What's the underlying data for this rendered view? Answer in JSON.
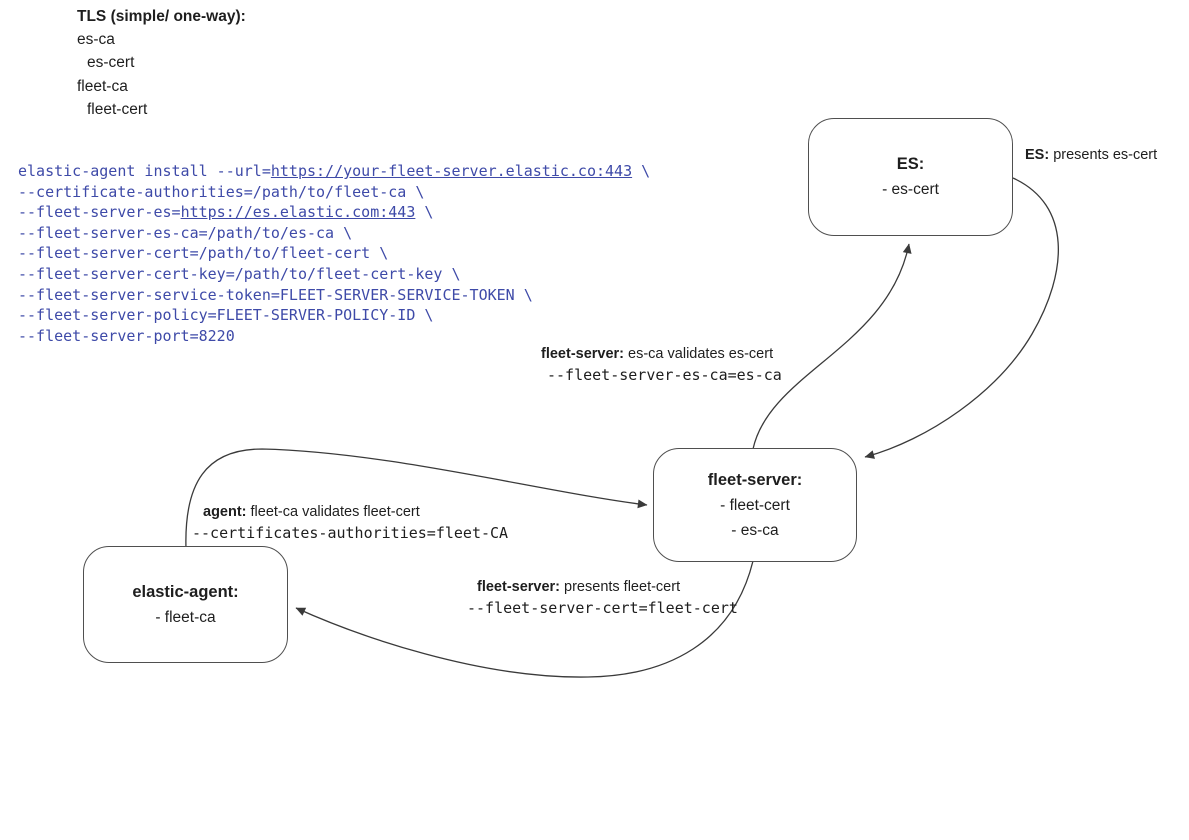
{
  "colors": {
    "code": "#3e4aa8",
    "line": "#3a3a3a",
    "border": "#4f4f4f",
    "text": "#1e1e1e"
  },
  "tls_list": {
    "title": "TLS (simple/ one-way):",
    "items": [
      {
        "label": "es-ca",
        "indent": 0
      },
      {
        "label": "es-cert",
        "indent": 1
      },
      {
        "label": "fleet-ca",
        "indent": 0
      },
      {
        "label": "fleet-cert",
        "indent": 1
      }
    ]
  },
  "code_block": {
    "lines": [
      [
        {
          "t": "elastic-agent install --url="
        },
        {
          "t": "https://your-fleet-server.elastic.co:443",
          "u": true
        },
        {
          "t": " \\"
        }
      ],
      [
        {
          "t": "--certificate-authorities=/path/to/fleet-ca \\"
        }
      ],
      [
        {
          "t": "--fleet-server-es="
        },
        {
          "t": "https://es.elastic.com:443",
          "u": true
        },
        {
          "t": " \\"
        }
      ],
      [
        {
          "t": "--fleet-server-es-ca=/path/to/es-ca \\"
        }
      ],
      [
        {
          "t": "--fleet-server-cert=/path/to/fleet-cert \\"
        }
      ],
      [
        {
          "t": "--fleet-server-cert-key=/path/to/fleet-cert-key \\"
        }
      ],
      [
        {
          "t": "--fleet-server-service-token=FLEET-SERVER-SERVICE-TOKEN \\"
        }
      ],
      [
        {
          "t": "--fleet-server-policy=FLEET-SERVER-POLICY-ID \\"
        }
      ],
      [
        {
          "t": "--fleet-server-port=8220"
        }
      ]
    ]
  },
  "nodes": {
    "es": {
      "title": "ES:",
      "items": [
        "- es-cert"
      ]
    },
    "fleet_server": {
      "title": "fleet-server:",
      "items": [
        "- fleet-cert",
        "- es-ca"
      ]
    },
    "elastic_agent": {
      "title": "elastic-agent:",
      "items": [
        "- fleet-ca"
      ]
    }
  },
  "edge_labels": {
    "es_presents": {
      "bold": "ES:",
      "rest": " presents es-cert"
    },
    "fleet_validates": {
      "bold": "fleet-server:",
      "rest": " es-ca validates es-cert",
      "mono": "--fleet-server-es-ca=es-ca"
    },
    "agent_validates": {
      "bold": "agent:",
      "rest": " fleet-ca validates fleet-cert",
      "mono": "--certificates-authorities=fleet-CA"
    },
    "fleet_presents": {
      "bold": "fleet-server:",
      "rest": " presents fleet-cert",
      "mono": "--fleet-server-cert=fleet-cert"
    }
  }
}
